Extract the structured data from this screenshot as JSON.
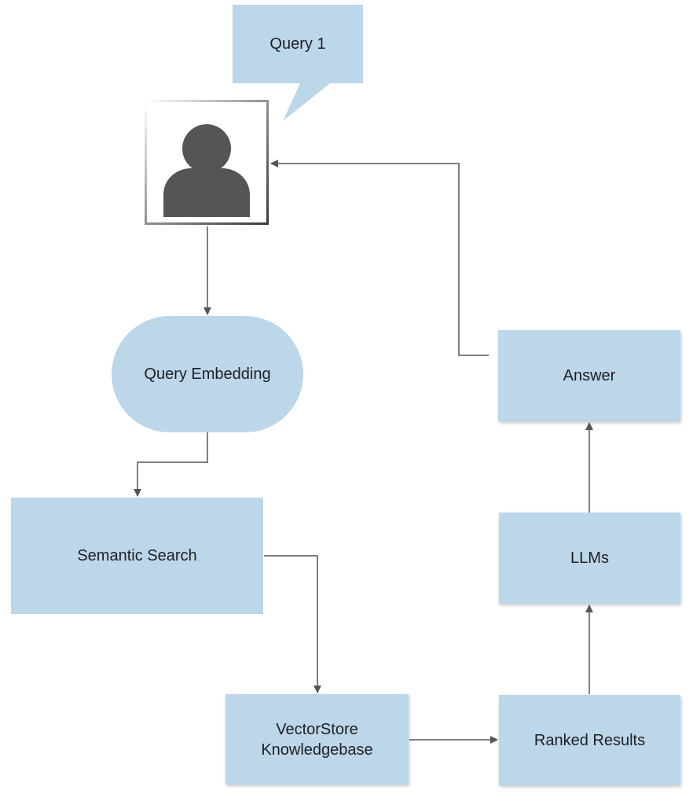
{
  "callout": {
    "text": "Query 1"
  },
  "user": {
    "icon": "user-icon"
  },
  "nodes": {
    "query_embedding": "Query Embedding",
    "semantic_search": "Semantic Search",
    "vectorstore_line1": "VectorStore",
    "vectorstore_line2": "Knowledgebase",
    "ranked_results": "Ranked Results",
    "llms": "LLMs",
    "answer": "Answer"
  },
  "colors": {
    "node_fill": "#bcd6ea",
    "connector": "#555555",
    "user_icon": "#555555"
  }
}
